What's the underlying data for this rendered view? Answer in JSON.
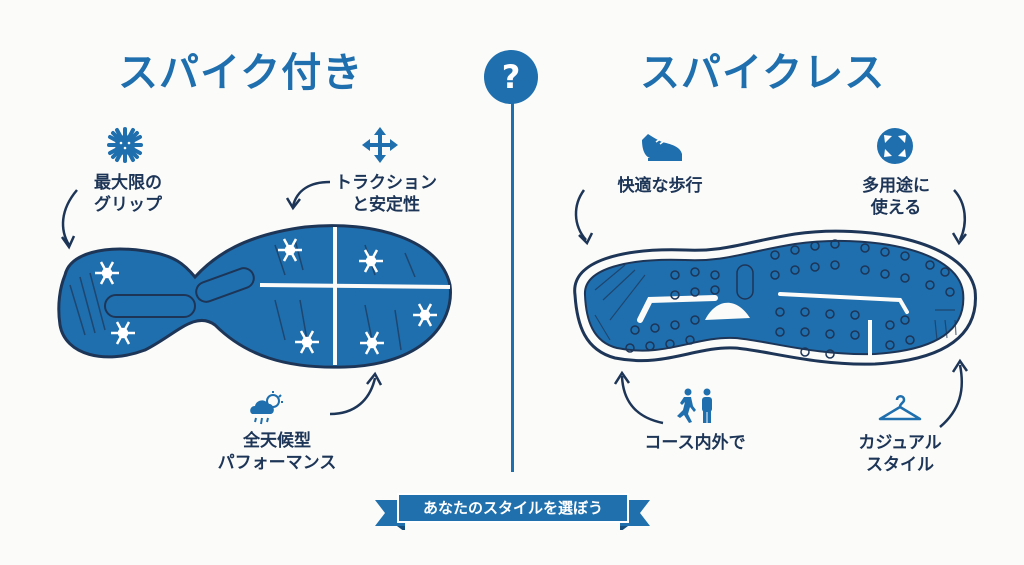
{
  "left": {
    "title": "スパイク付き",
    "features": [
      {
        "icon": "snowflake-spike-icon",
        "label_line1": "最大限の",
        "label_line2": "グリップ"
      },
      {
        "icon": "move-arrows-icon",
        "label_line1": "トラクション",
        "label_line2": "と安定性"
      },
      {
        "icon": "weather-cloud-rain-sun-icon",
        "label_line1": "全天候型",
        "label_line2": "パフォーマンス"
      }
    ],
    "sole": "spiked-golf-shoe-sole"
  },
  "center": {
    "question_mark": "?",
    "banner": "あなたのスタイルを選ぼう"
  },
  "right": {
    "title": "スパイクレス",
    "features": [
      {
        "icon": "sneaker-icon",
        "label_line1": "快適な歩行",
        "label_line2": ""
      },
      {
        "icon": "expand-arrows-circle-icon",
        "label_line1": "多用途に",
        "label_line2": "使える"
      },
      {
        "icon": "walking-people-icon",
        "label_line1": "コース内外で",
        "label_line2": ""
      },
      {
        "icon": "hanger-icon",
        "label_line1": "カジュアル",
        "label_line2": "スタイル"
      }
    ],
    "sole": "spikeless-golf-shoe-sole"
  },
  "colors": {
    "accent": "#1f6fae",
    "dark": "#1d3557",
    "background": "#fbfbf9"
  }
}
